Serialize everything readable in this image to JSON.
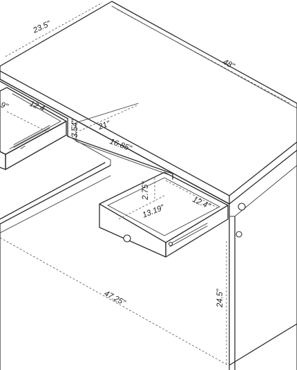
{
  "dimensions": {
    "depth": "23.5\"",
    "width": "48\"",
    "left_drawer_depth_partial": "9\"",
    "left_drawer_width": "12.4",
    "center_depth": "21\"",
    "center_height": "3.54\"",
    "center_width": "16.85\"",
    "right_drawer_height": "2.75\"",
    "right_drawer_depth": "13.19\"",
    "right_drawer_width": "12.4\"",
    "leg_span": "47.25\"",
    "height": "24.5\""
  }
}
